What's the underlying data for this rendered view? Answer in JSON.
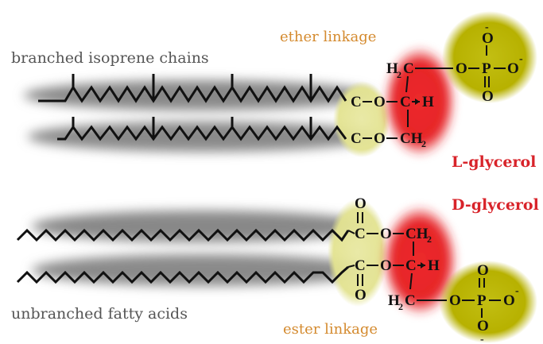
{
  "labels": {
    "branched": "branched isoprene chains",
    "unbranched": "unbranched fatty acids",
    "ether": "ether linkage",
    "ester": "ester linkage",
    "l_glycerol": "L-glycerol",
    "d_glycerol": "D-glycerol"
  },
  "atoms": {
    "C": "C",
    "O": "O",
    "H": "H",
    "P": "P",
    "CH2": "CH",
    "H2C_H": "H",
    "H2C_C": "C",
    "sub2": "2",
    "minus": "-"
  },
  "colors": {
    "label_gray": "#555555",
    "label_orange": "#d48a2e",
    "label_red": "#d8232a",
    "glycerol_red": "#e8262b",
    "phosphate_yellow": "#b9b400",
    "linkage_cream": "#e6e69a"
  }
}
